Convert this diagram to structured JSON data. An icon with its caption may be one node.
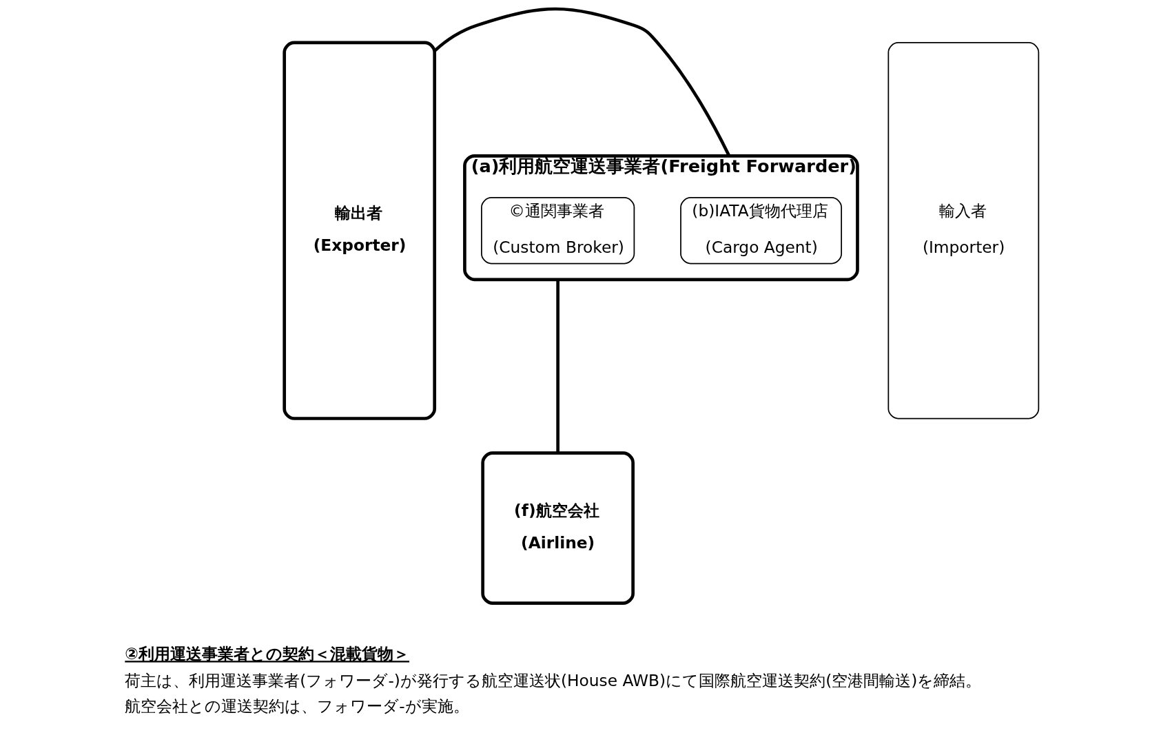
{
  "diagram": {
    "nodes": [
      {
        "text": [
          "輸出者",
          "(Exporter)"
        ]
      },
      {
        "text": [
          "(a)利用航空運送事業者(Freight Forwarder)"
        ]
      },
      {
        "text": [
          "(b)IATA貨物代理店",
          "(Cargo Agent)"
        ],
        "in": 1
      },
      {
        "text": [
          "©通関事業者",
          "(Custom Broker)"
        ],
        "in": 1
      },
      {
        "text": [
          "(f)航空会社",
          "(Airline)"
        ]
      },
      {
        "text": [
          "輸入者",
          "(Importer)"
        ]
      }
    ],
    "edges": [
      {
        "from": 0,
        "to": 1,
        "arrow": "none"
      },
      {
        "from": 1,
        "to": 4,
        "arrow": "none"
      }
    ],
    "labels": [
      "②利用運送事業者との契約＜混載貨物＞",
      "荷主は、利用運送事業者(フォワーダ-)が発行する航空運送状(House AWB)にて国際航空運送契約(空港間輸送)を締結。",
      "航空会社との運送契約は、フォワーダ-が実施。"
    ]
  }
}
